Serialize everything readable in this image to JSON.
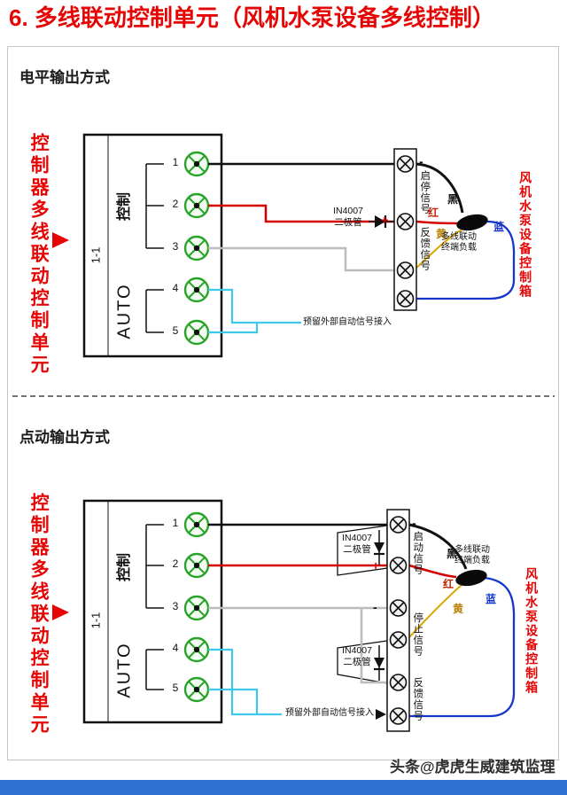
{
  "title": "6. 多线联动控制单元（风机水泵设备多线控制）",
  "watermark": "头条@虎虎生威建筑监理",
  "colors": {
    "title_red": "#e60505",
    "wire_black": "#111111",
    "wire_red": "#d40000",
    "wire_gray": "#bcbcbc",
    "wire_cyan": "#3ec9ea",
    "wire_blue": "#1535cc",
    "wire_yellow": "#d9a800",
    "terminal_green": "#28a428",
    "footer_blue": "#2e6fd2"
  },
  "level": {
    "heading": "电平输出方式",
    "controller_label": "控制器多线联动控制单元",
    "cabinet_label": "风机水泵设备控制箱",
    "box_id": "1-1",
    "ctrl": "控制",
    "auto": "AUTO",
    "terminals": [
      "1",
      "2",
      "3",
      "4",
      "5"
    ],
    "minus": "-",
    "plus": "+",
    "signal_startstop": "启停信号",
    "signal_feedback": "反馈信号",
    "diode": "IN4007\n二极管",
    "load": "多线联动\n终端负载",
    "reserved": "预留外部自动信号接入",
    "w_black": "黑",
    "w_red": "红",
    "w_yellow": "黄",
    "w_blue": "蓝"
  },
  "jog": {
    "heading": "点动输出方式",
    "controller_label": "控制器多线联动控制单元",
    "cabinet_label": "风机水泵设备控制箱",
    "box_id": "1-1",
    "ctrl": "控制",
    "auto": "AUTO",
    "terminals": [
      "1",
      "2",
      "3",
      "4",
      "5"
    ],
    "minus1": "-",
    "plus": "+",
    "minus2": "-",
    "signal_start": "启动信号",
    "signal_stop": "停止信号",
    "signal_feedback": "反馈信号",
    "diode1": "IN4007\n二极管",
    "diode2": "IN4007\n二极管",
    "load": "多线联动\n终端负载",
    "reserved": "预留外部自动信号接入",
    "w_black": "黑",
    "w_red": "红",
    "w_yellow": "黄",
    "w_blue": "蓝"
  }
}
